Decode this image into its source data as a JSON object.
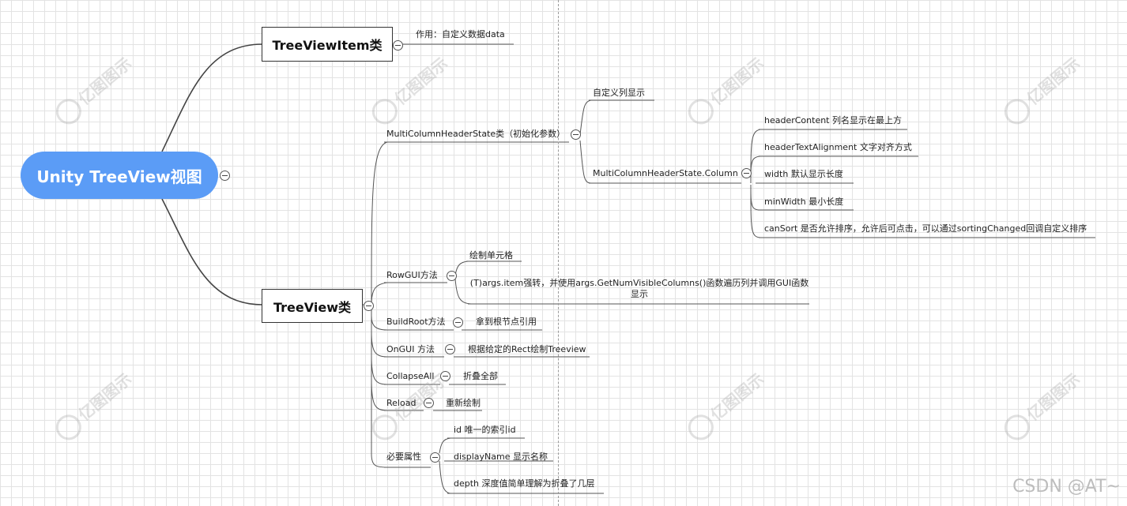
{
  "diagram": {
    "root": "Unity TreeView视图",
    "treeviewitem": {
      "title": "TreeViewItem类",
      "role": "作用：自定义数据data"
    },
    "treeview": {
      "title": "TreeView类",
      "multi_column": {
        "label": "MultiColumnHeaderState类（初始化参数）",
        "custom_display": "自定义列显示",
        "column": {
          "label": "MultiColumnHeaderState.Column",
          "fields": [
            "headerContent 列名显示在最上方",
            "headerTextAlignment  文字对齐方式",
            "width  默认显示长度",
            "minWidth  最小长度",
            "canSort  是否允许排序，允许后可点击，可以通过sortingChanged回调自定义排序"
          ]
        }
      },
      "rowgui": {
        "label": "RowGUI方法",
        "children": [
          "绘制单元格",
          "(T)args.item强转，并使用args.GetNumVisibleColumns()函数遍历列并调用GUI函数显示"
        ]
      },
      "buildroot": {
        "label": "BuildRoot方法",
        "desc": "拿到根节点引用"
      },
      "ongui": {
        "label": "OnGUI 方法",
        "desc": "根据给定的Rect绘制Treeview"
      },
      "collapseall": {
        "label": "CollapseAll",
        "desc": "折叠全部"
      },
      "reload": {
        "label": "Reload",
        "desc": "重新绘制"
      },
      "required": {
        "label": "必要属性",
        "children": [
          "id  唯一的索引id",
          "displayName  显示名称",
          "depth  深度值简单理解为折叠了几层"
        ]
      }
    },
    "watermark": "亿图图示",
    "credit": "CSDN @AT~"
  }
}
